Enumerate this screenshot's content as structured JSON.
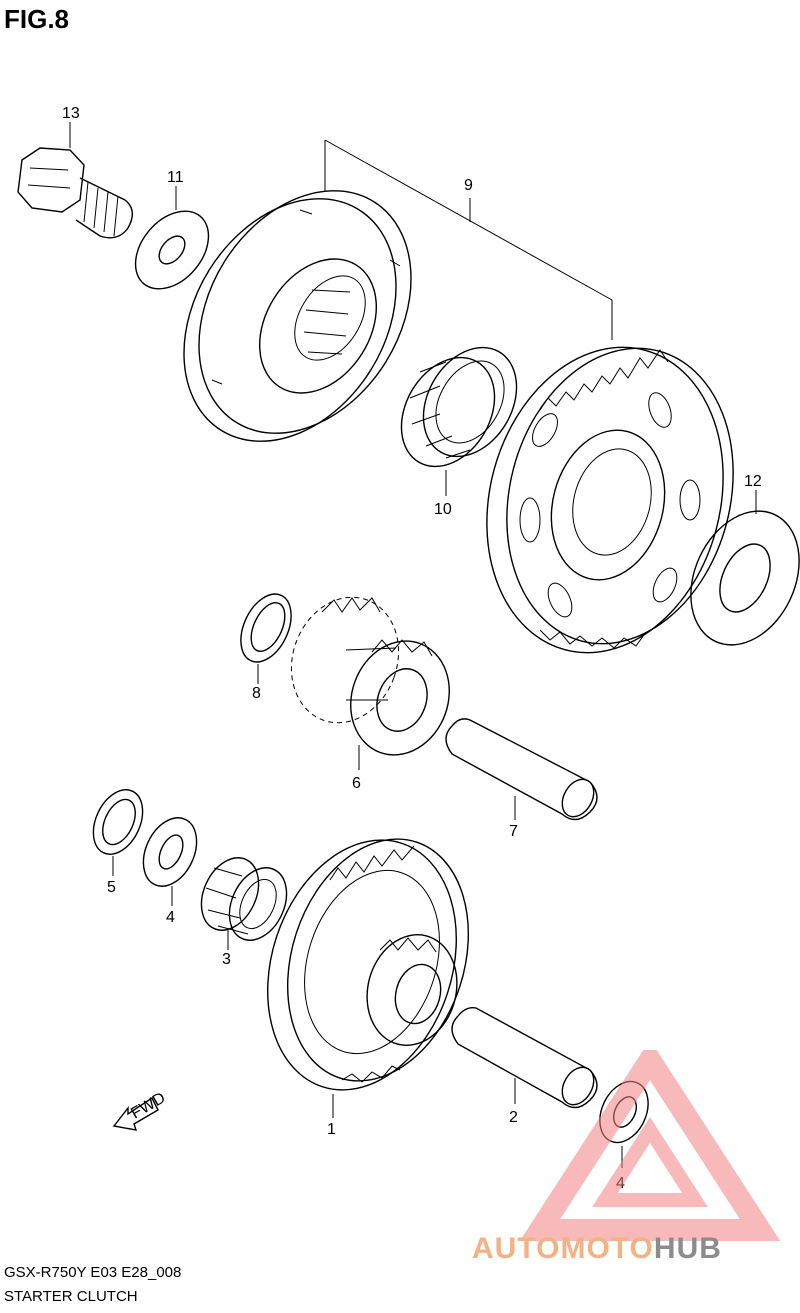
{
  "figure_title": "FIG.8",
  "model_code": "GSX-R750Y E03 E28_008",
  "diagram_name": "STARTER CLUTCH",
  "fwd_label": "FWD",
  "callouts": {
    "c1": "1",
    "c2": "2",
    "c3": "3",
    "c4a": "4",
    "c4b": "4",
    "c5": "5",
    "c6": "6",
    "c7": "7",
    "c8": "8",
    "c9": "9",
    "c10": "10",
    "c11": "11",
    "c12": "12",
    "c13": "13"
  },
  "watermark": {
    "part1": "AUTO",
    "part2": "MOTO",
    "part3": "HUB",
    "colors": {
      "accent": "#f4b183",
      "logo": "#f08080",
      "grey": "#8c8c8c"
    }
  }
}
